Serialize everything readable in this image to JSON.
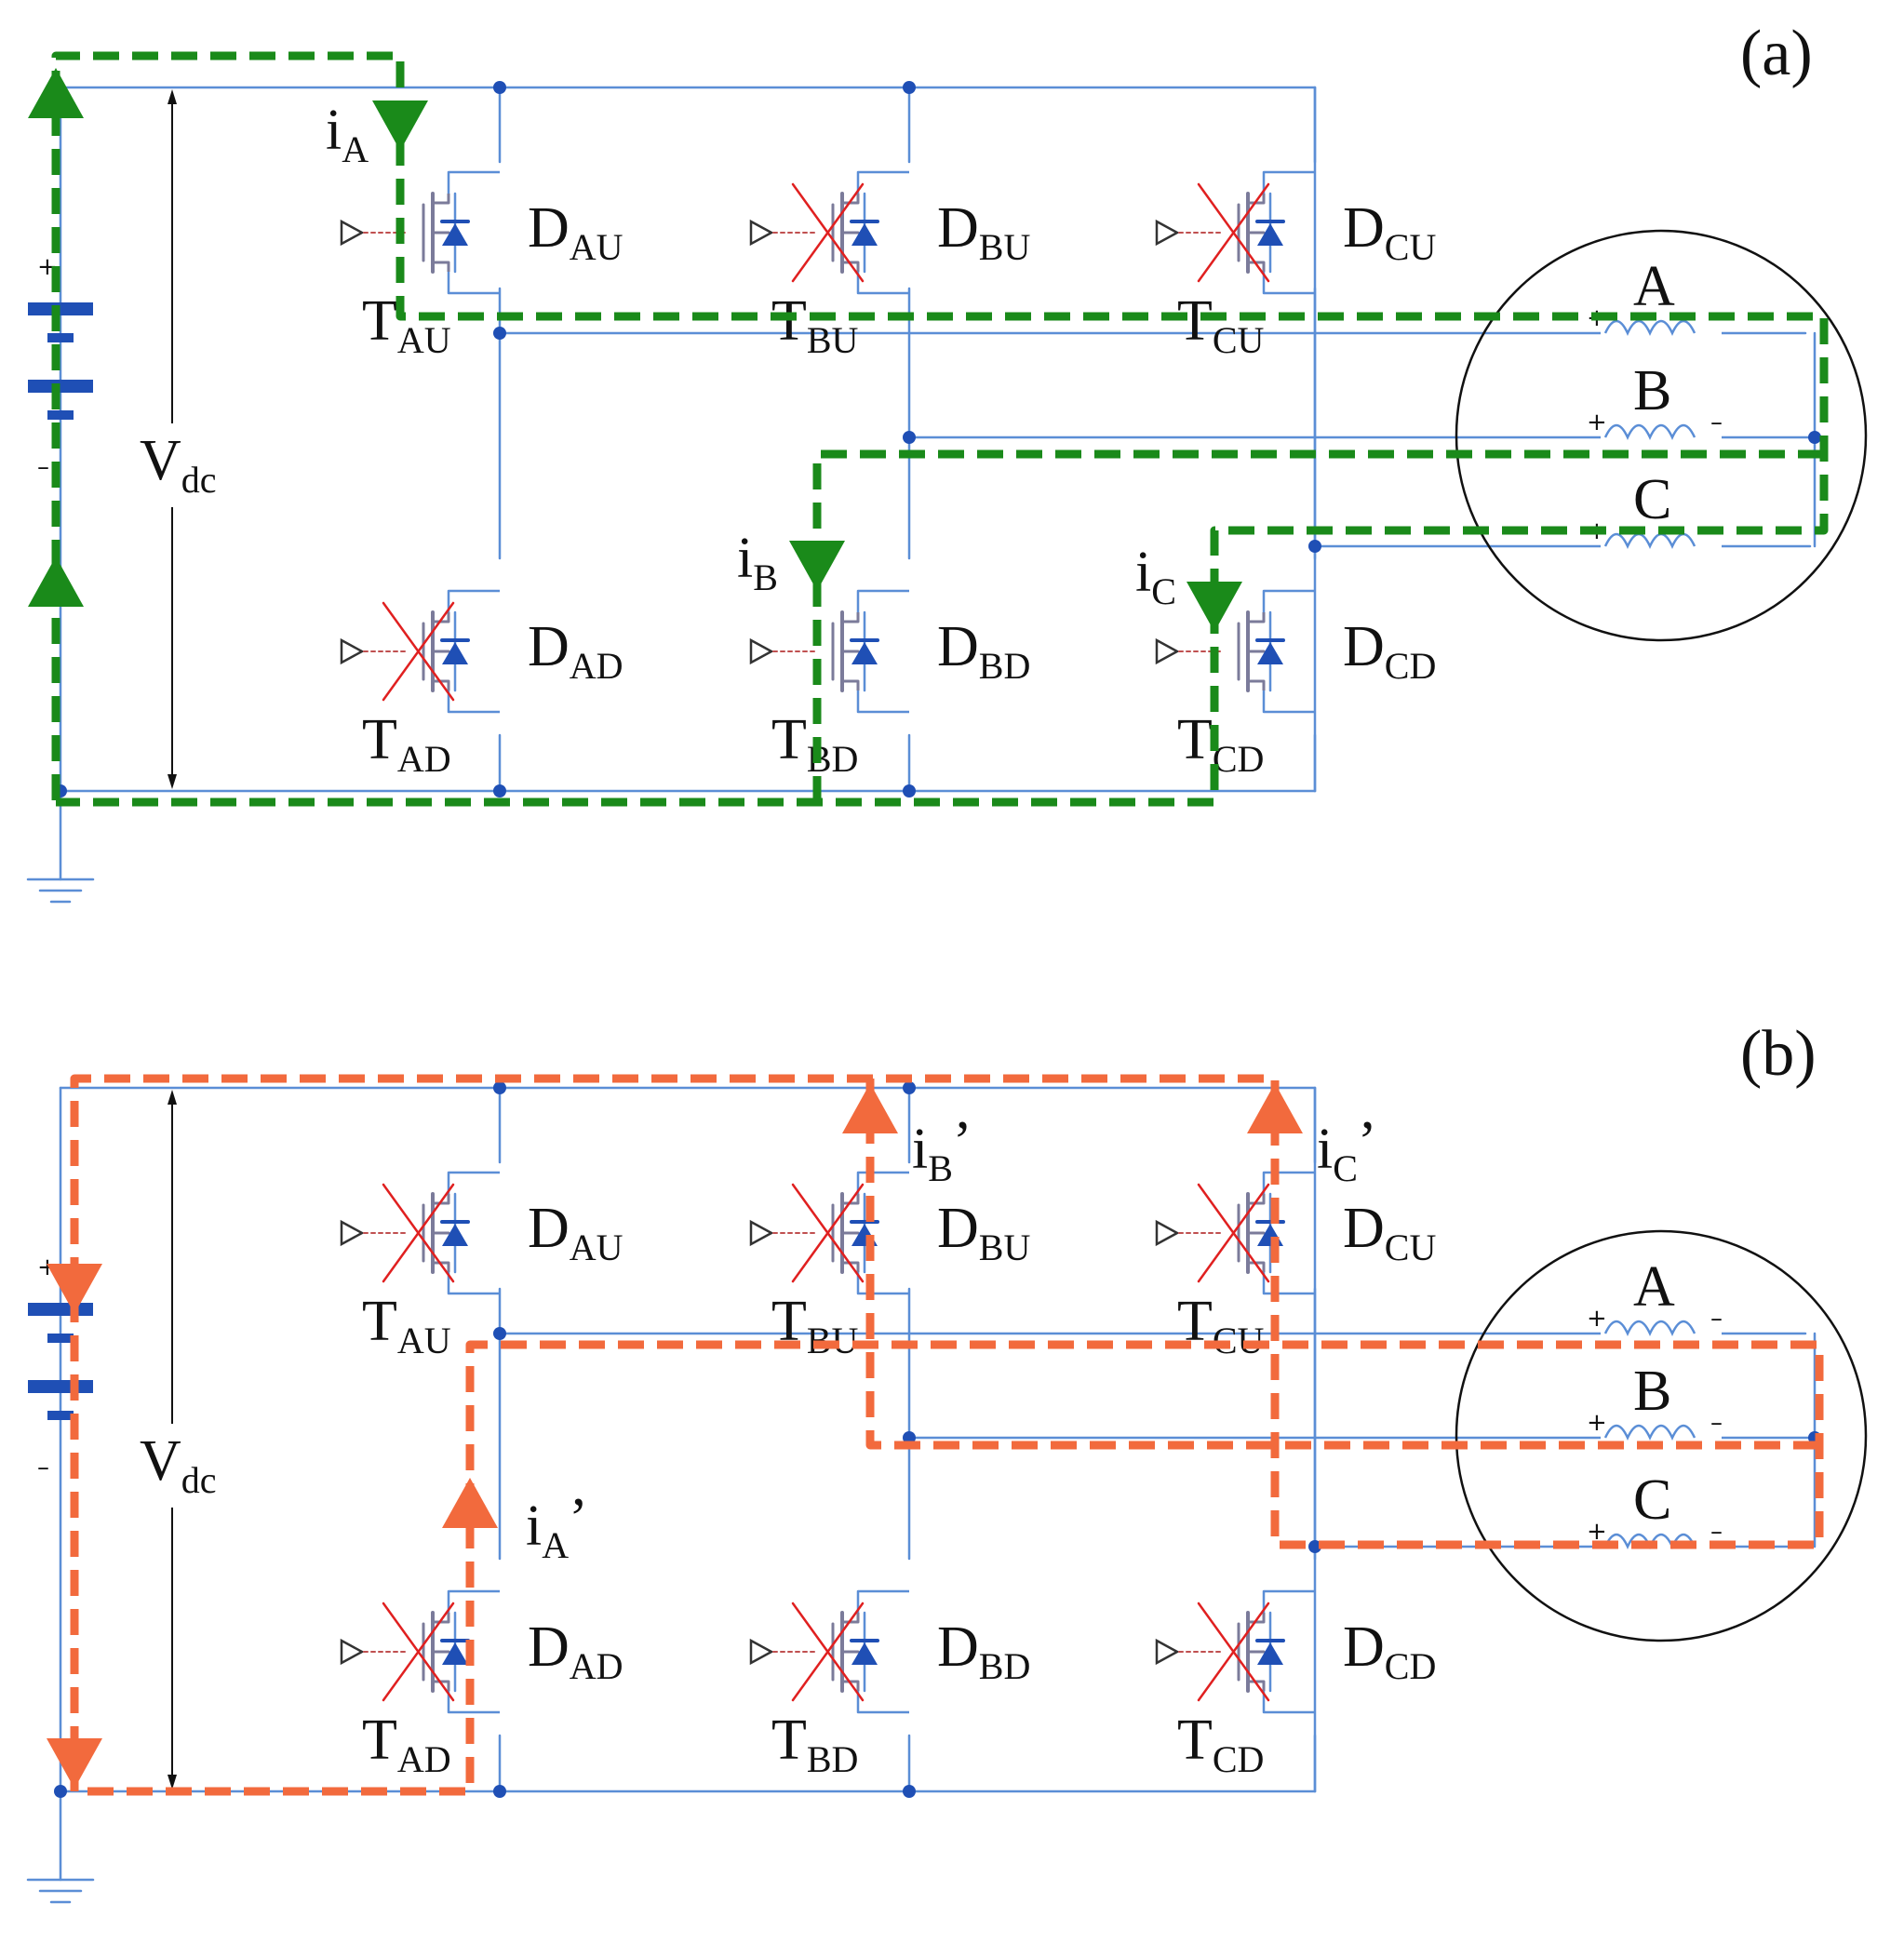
{
  "panels": [
    {
      "label": "(a)",
      "vdc_main": "V",
      "vdc_sub": "dc",
      "devices": [
        {
          "t_main": "T",
          "t_sub": "AU",
          "d_main": "D",
          "d_sub": "AU",
          "state": "on"
        },
        {
          "t_main": "T",
          "t_sub": "BU",
          "d_main": "D",
          "d_sub": "BU",
          "state": "off"
        },
        {
          "t_main": "T",
          "t_sub": "CU",
          "d_main": "D",
          "d_sub": "CU",
          "state": "off"
        },
        {
          "t_main": "T",
          "t_sub": "AD",
          "d_main": "D",
          "d_sub": "AD",
          "state": "off"
        },
        {
          "t_main": "T",
          "t_sub": "BD",
          "d_main": "D",
          "d_sub": "BD",
          "state": "on"
        },
        {
          "t_main": "T",
          "t_sub": "CD",
          "d_main": "D",
          "d_sub": "CD",
          "state": "on"
        }
      ],
      "currents": [
        {
          "main": "i",
          "sub": "A",
          "prime": ""
        },
        {
          "main": "i",
          "sub": "B",
          "prime": ""
        },
        {
          "main": "i",
          "sub": "C",
          "prime": ""
        }
      ],
      "path_color": "#1a8a1a"
    },
    {
      "label": "(b)",
      "vdc_main": "V",
      "vdc_sub": "dc",
      "devices": [
        {
          "t_main": "T",
          "t_sub": "AU",
          "d_main": "D",
          "d_sub": "AU",
          "state": "off"
        },
        {
          "t_main": "T",
          "t_sub": "BU",
          "d_main": "D",
          "d_sub": "BU",
          "state": "off"
        },
        {
          "t_main": "T",
          "t_sub": "CU",
          "d_main": "D",
          "d_sub": "CU",
          "state": "off"
        },
        {
          "t_main": "T",
          "t_sub": "AD",
          "d_main": "D",
          "d_sub": "AD",
          "state": "off"
        },
        {
          "t_main": "T",
          "t_sub": "BD",
          "d_main": "D",
          "d_sub": "BD",
          "state": "off"
        },
        {
          "t_main": "T",
          "t_sub": "CD",
          "d_main": "D",
          "d_sub": "CD",
          "state": "off"
        }
      ],
      "currents": [
        {
          "main": "i",
          "sub": "A",
          "prime": "’"
        },
        {
          "main": "i",
          "sub": "B",
          "prime": "’"
        },
        {
          "main": "i",
          "sub": "C",
          "prime": "’"
        }
      ],
      "path_color": "#f26a3d"
    }
  ],
  "windings": [
    "A",
    "B",
    "C"
  ],
  "winding_plus": "+",
  "winding_minus": "–",
  "battery_plus": "+",
  "battery_minus": "–",
  "colors": {
    "wire": "#5b8ed6",
    "node": "#1f4fb5",
    "device": "#1f4fb5",
    "cross": "#e02020"
  }
}
